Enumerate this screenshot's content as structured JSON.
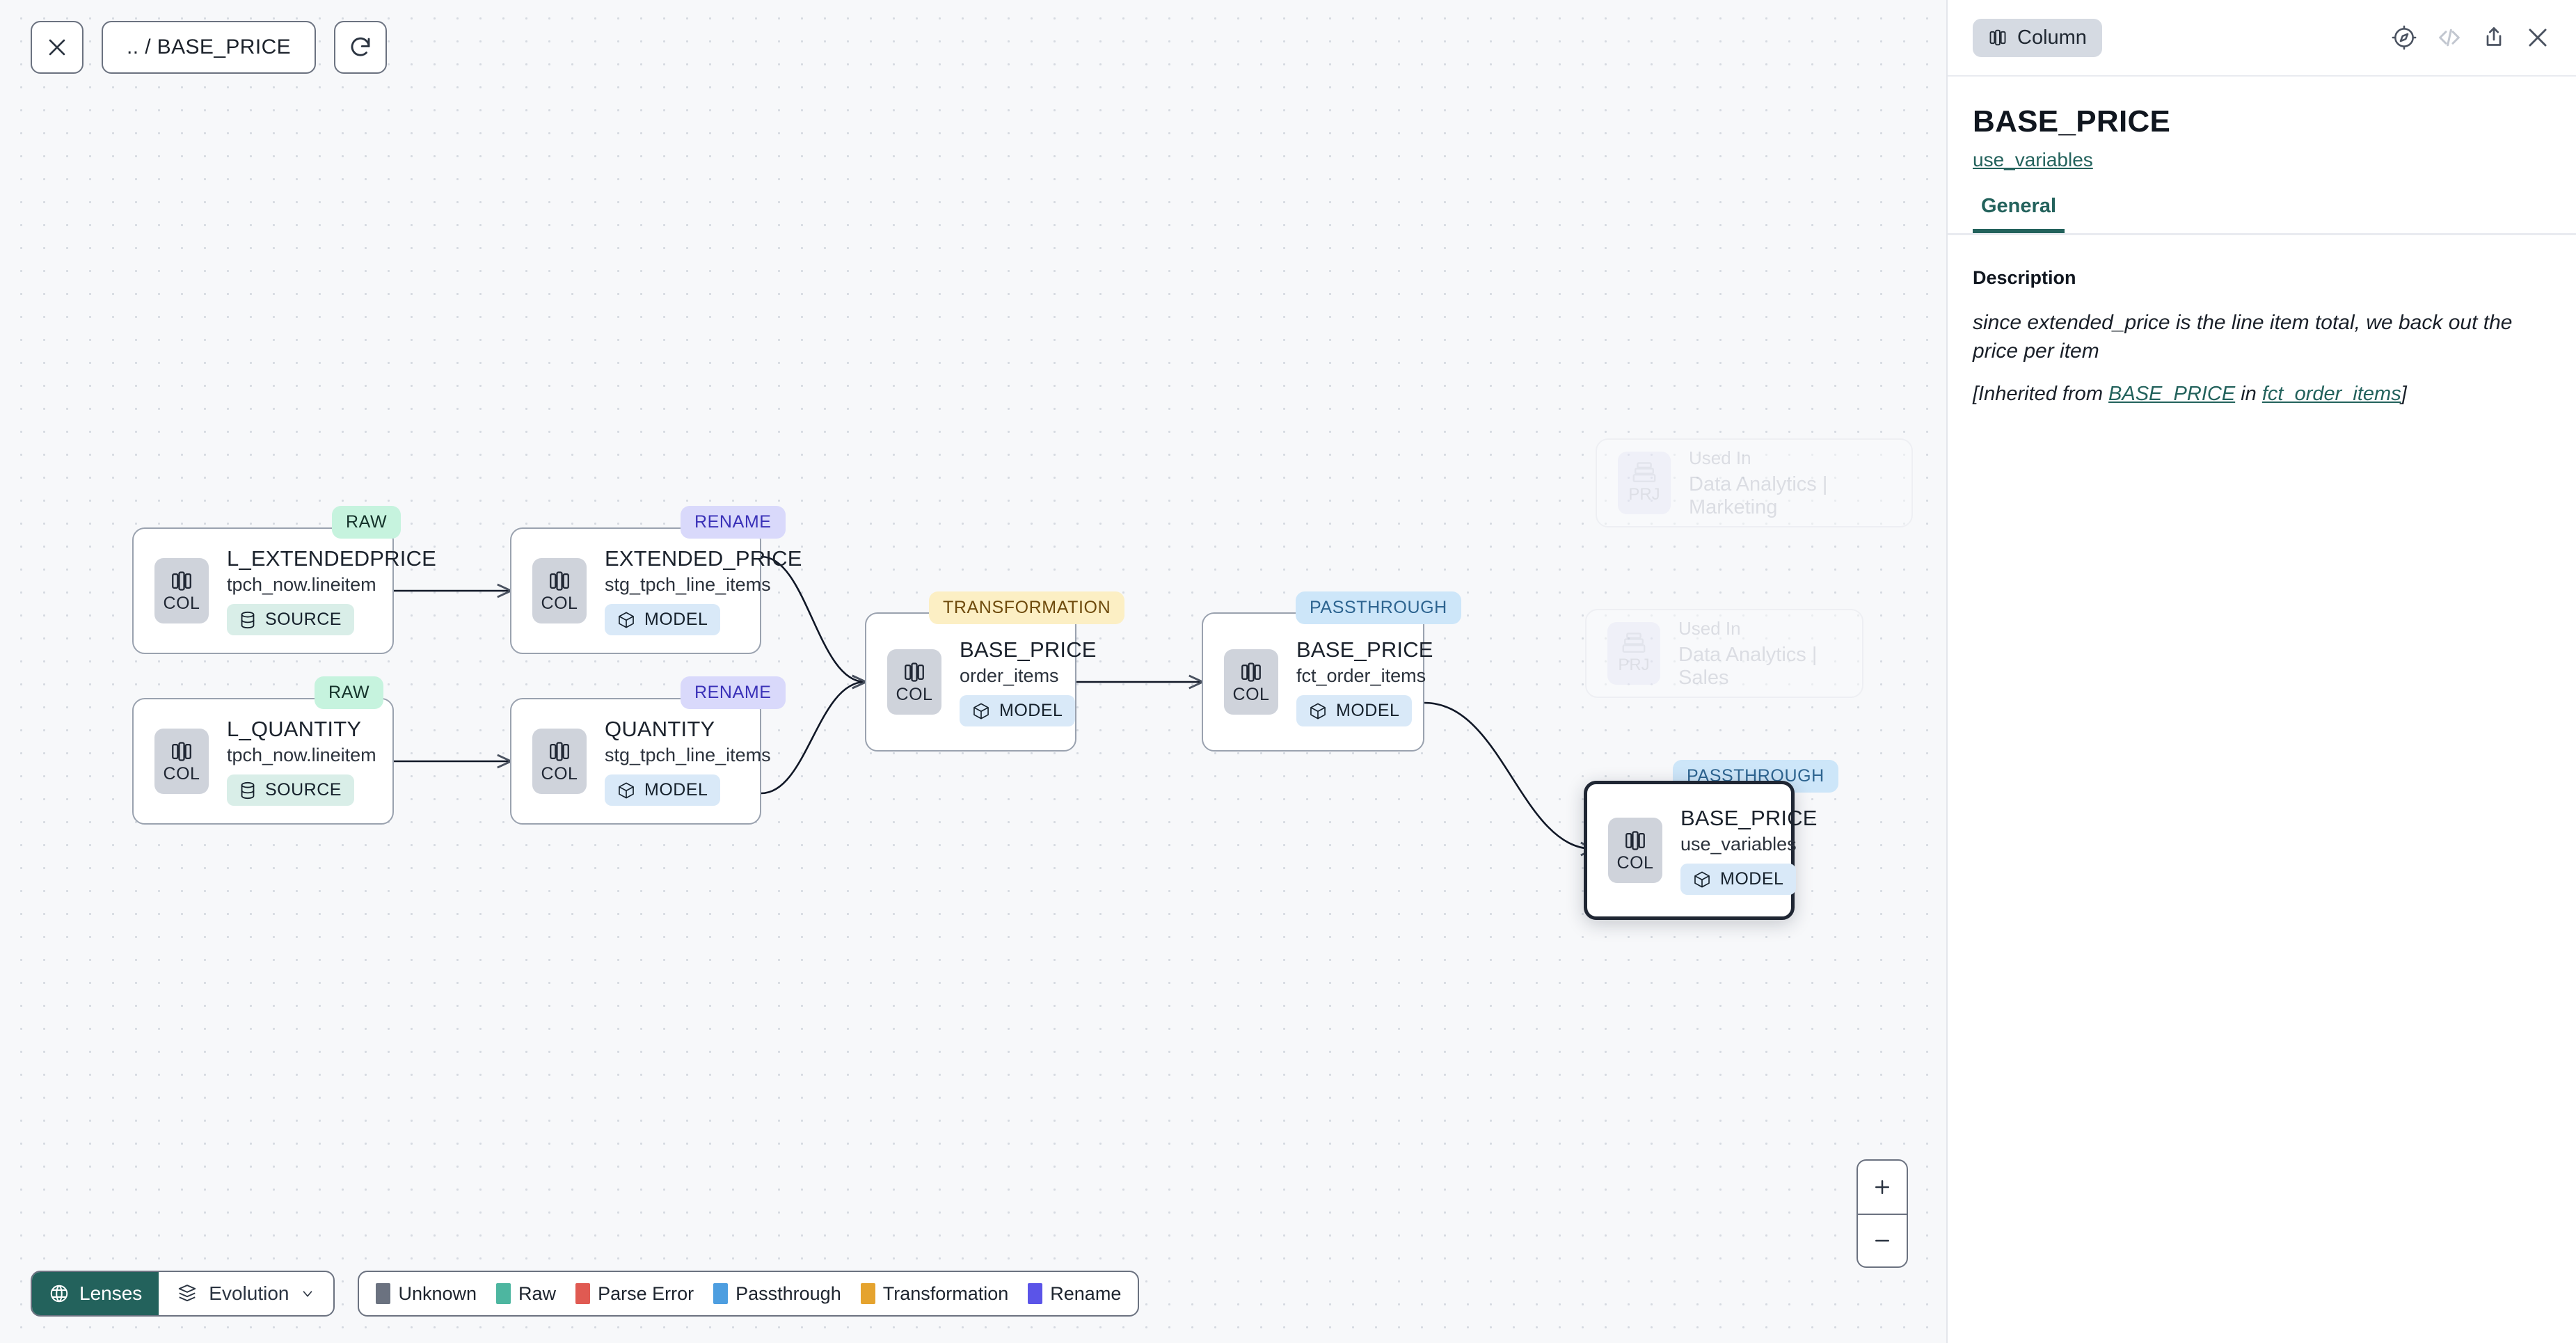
{
  "toolbar": {
    "close_label": "close-icon",
    "breadcrumb": ".. / BASE_PRICE",
    "refresh_label": "refresh-icon"
  },
  "graph": {
    "nodes": [
      {
        "id": "l_extendedprice",
        "title": "L_EXTENDEDPRICE",
        "subtitle": "tpch_now.lineitem",
        "icon_label": "COL",
        "kind": "SOURCE",
        "lens": "RAW",
        "selected": false
      },
      {
        "id": "l_quantity",
        "title": "L_QUANTITY",
        "subtitle": "tpch_now.lineitem",
        "icon_label": "COL",
        "kind": "SOURCE",
        "lens": "RAW",
        "selected": false
      },
      {
        "id": "extended_price",
        "title": "EXTENDED_PRICE",
        "subtitle": "stg_tpch_line_items",
        "icon_label": "COL",
        "kind": "MODEL",
        "lens": "RENAME",
        "selected": false
      },
      {
        "id": "quantity",
        "title": "QUANTITY",
        "subtitle": "stg_tpch_line_items",
        "icon_label": "COL",
        "kind": "MODEL",
        "lens": "RENAME",
        "selected": false
      },
      {
        "id": "base_price_order_items",
        "title": "BASE_PRICE",
        "subtitle": "order_items",
        "icon_label": "COL",
        "kind": "MODEL",
        "lens": "TRANSFORMATION",
        "selected": false
      },
      {
        "id": "base_price_fct_order_items",
        "title": "BASE_PRICE",
        "subtitle": "fct_order_items",
        "icon_label": "COL",
        "kind": "MODEL",
        "lens": "PASSTHROUGH",
        "selected": false
      },
      {
        "id": "base_price_use_variables",
        "title": "BASE_PRICE",
        "subtitle": "use_variables",
        "icon_label": "COL",
        "kind": "MODEL",
        "lens": "PASSTHROUGH",
        "selected": true
      }
    ],
    "ghost_nodes": [
      {
        "id": "used-in-marketing",
        "icon_label": "PRJ",
        "line1": "Used In",
        "line2": "Data Analytics | Marketing"
      },
      {
        "id": "used-in-sales",
        "icon_label": "PRJ",
        "line1": "Used In",
        "line2": "Data Analytics | Sales"
      }
    ]
  },
  "bottom_bar": {
    "lenses_label": "Lenses",
    "evolution_label": "Evolution",
    "legend": [
      {
        "label": "Unknown",
        "color": "#6b7280"
      },
      {
        "label": "Raw",
        "color": "#4db6a0"
      },
      {
        "label": "Parse Error",
        "color": "#e05a52"
      },
      {
        "label": "Passthrough",
        "color": "#4d9ee0"
      },
      {
        "label": "Transformation",
        "color": "#e5a32e"
      },
      {
        "label": "Rename",
        "color": "#5b54e8"
      }
    ]
  },
  "zoom_controls": {
    "zoom_in_label": "+",
    "zoom_out_label": "−"
  },
  "panel": {
    "type_chip": "Column",
    "actions": [
      "compass-icon",
      "code-icon",
      "share-icon",
      "close-icon"
    ],
    "title": "BASE_PRICE",
    "link": "use_variables",
    "tabs": [
      {
        "label": "General",
        "active": true
      }
    ],
    "description_label": "Description",
    "description_text": "since extended_price is the line item total, we back out the price per item",
    "inherited_prefix": "[Inherited from ",
    "inherited_column": "BASE_PRICE",
    "inherited_mid": " in ",
    "inherited_model": "fct_order_items",
    "inherited_suffix": "]"
  }
}
